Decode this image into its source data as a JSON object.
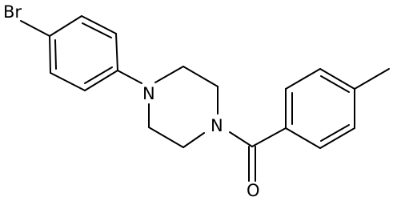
{
  "diagram": {
    "type": "chemical-structure",
    "atom_labels": {
      "bromine": "Br",
      "nitrogen_top": "N",
      "nitrogen_bottom": "N",
      "oxygen": "O"
    },
    "colors": {
      "bond": "#000000",
      "label": "#000000",
      "background": "#ffffff"
    }
  }
}
